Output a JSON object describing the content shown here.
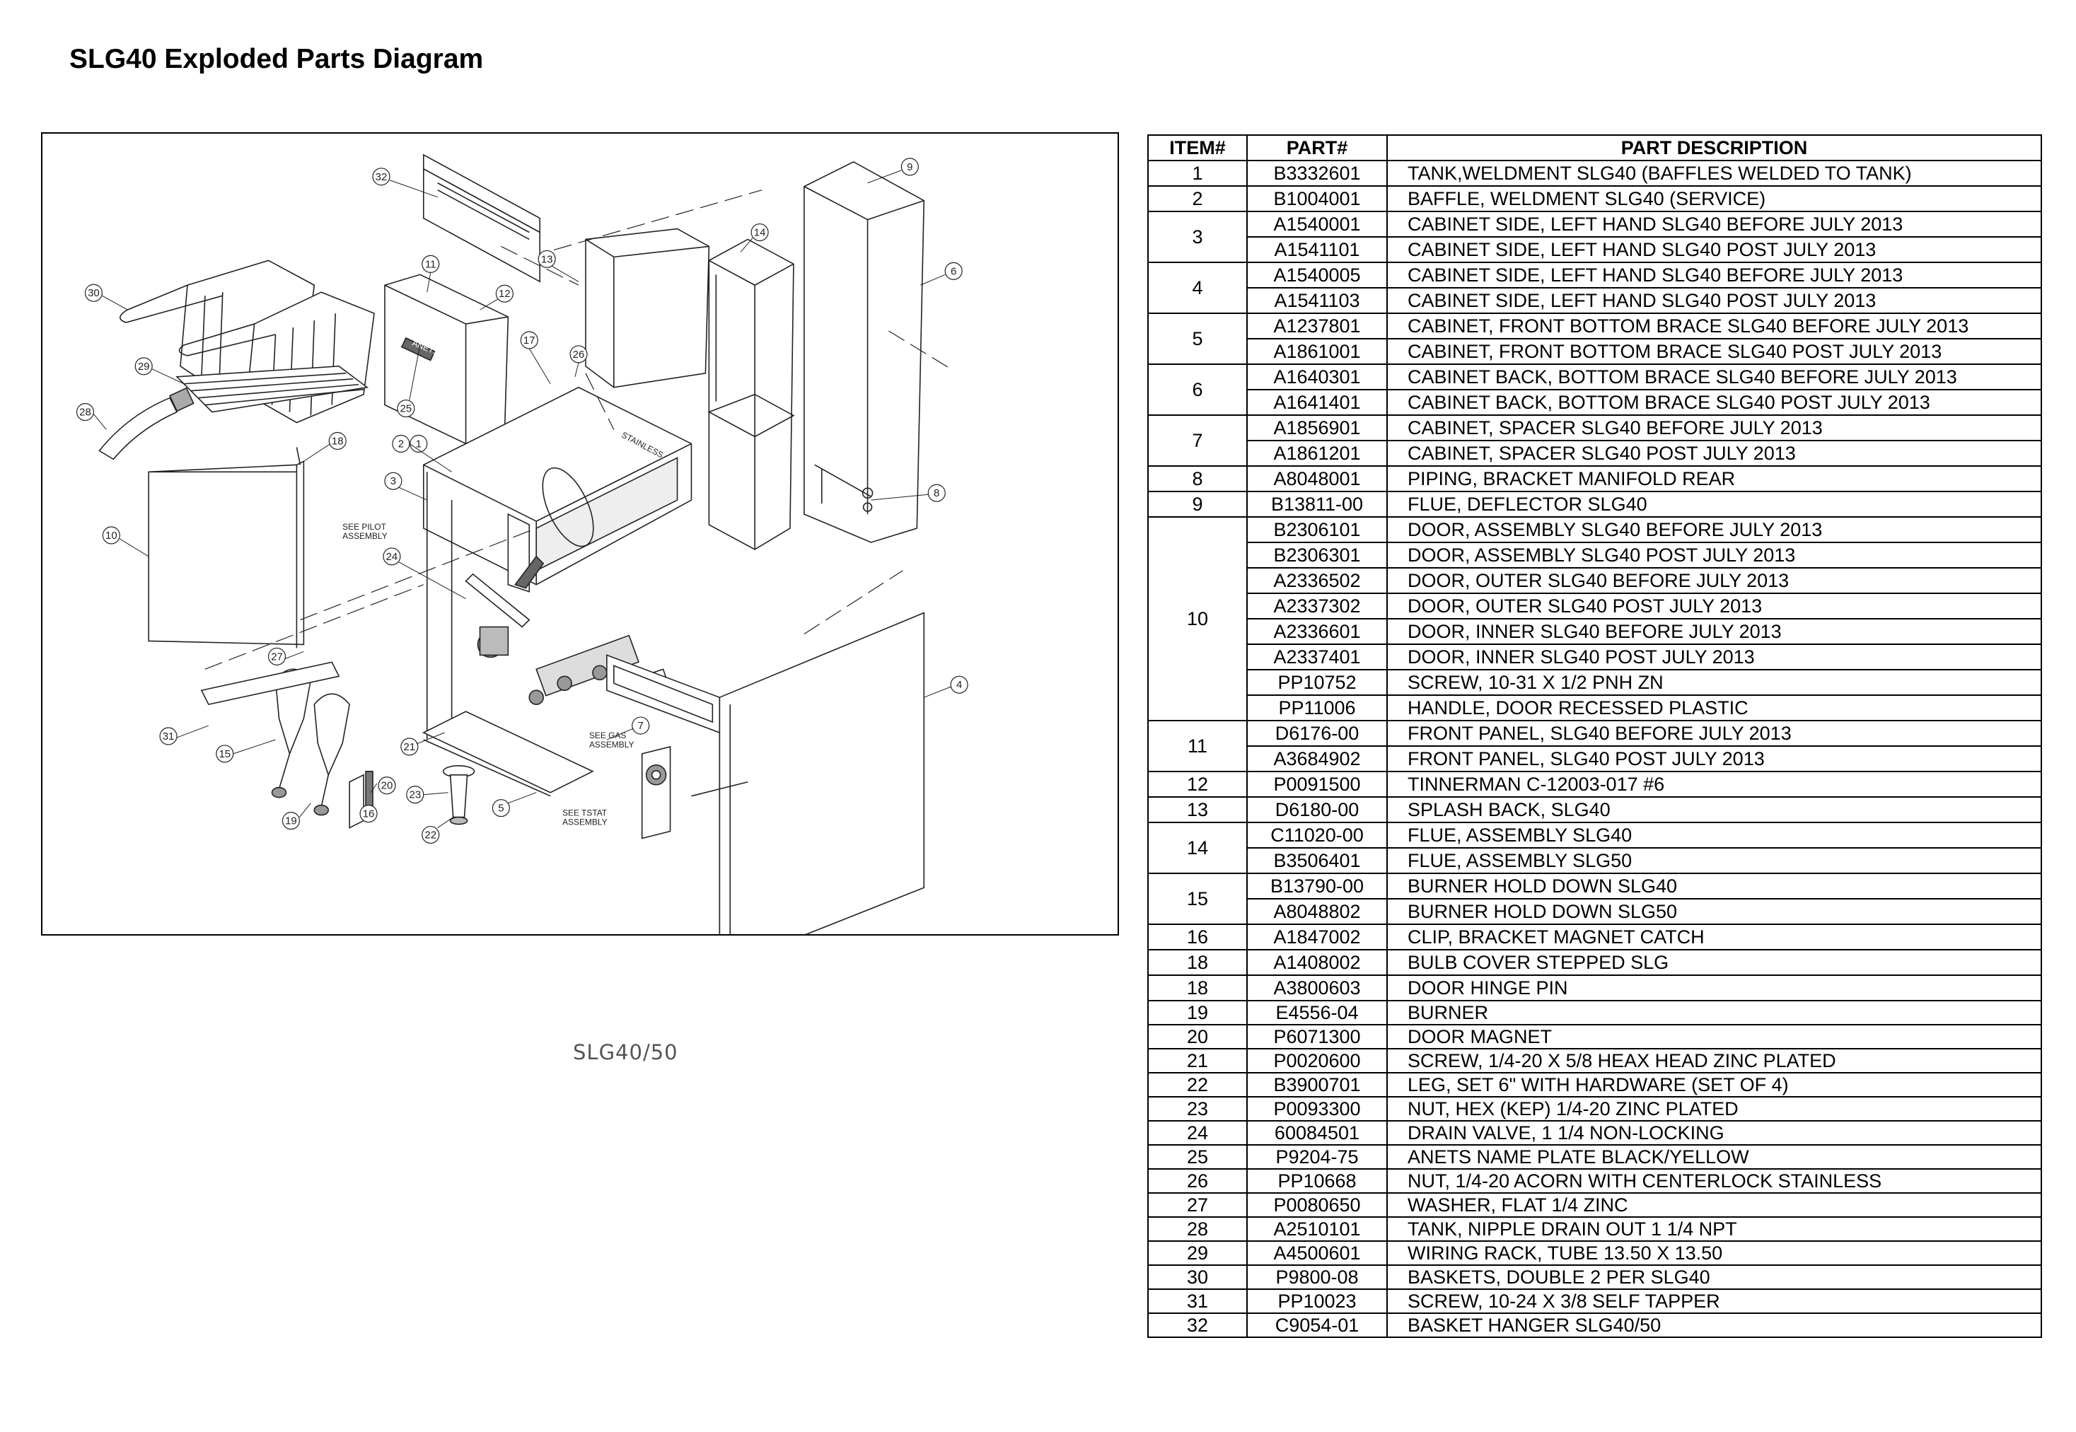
{
  "document": {
    "title": "SLG40 Exploded Parts Diagram"
  },
  "diagram": {
    "model_label": "SLG40/50",
    "callouts": [
      "32",
      "11",
      "12",
      "13",
      "14",
      "9",
      "6",
      "30",
      "29",
      "28",
      "17",
      "26",
      "25",
      "2",
      "1",
      "18",
      "3",
      "10",
      "24",
      "8",
      "27",
      "31",
      "15",
      "19",
      "16",
      "20",
      "21",
      "23",
      "22",
      "5",
      "7",
      "4"
    ],
    "notes": {
      "pilot": [
        "SEE PILOT",
        "ASSEMBLY"
      ],
      "gas": [
        "SEE GAS",
        "ASSEMBLY"
      ],
      "tstat": [
        "SEE TSTAT",
        "ASSEMBLY"
      ]
    },
    "plate_text": "ANETS",
    "tank_text": "STAINLESS"
  },
  "table": {
    "headers": {
      "item": "ITEM#",
      "part": "PART#",
      "desc": "PART DESCRIPTION"
    },
    "groups": [
      {
        "item": "1",
        "parts": [
          [
            "B3332601",
            "TANK,WELDMENT SLG40 (BAFFLES WELDED TO TANK)"
          ]
        ]
      },
      {
        "item": "2",
        "parts": [
          [
            "B1004001",
            "BAFFLE, WELDMENT SLG40 (SERVICE)"
          ]
        ]
      },
      {
        "item": "3",
        "parts": [
          [
            "A1540001",
            "CABINET SIDE, LEFT HAND SLG40 BEFORE JULY 2013"
          ],
          [
            "A1541101",
            "CABINET SIDE, LEFT HAND SLG40 POST JULY 2013"
          ]
        ]
      },
      {
        "item": "4",
        "parts": [
          [
            "A1540005",
            "CABINET SIDE, LEFT HAND SLG40 BEFORE JULY 2013"
          ],
          [
            "A1541103",
            "CABINET SIDE, LEFT HAND SLG40 POST JULY 2013"
          ]
        ]
      },
      {
        "item": "5",
        "parts": [
          [
            "A1237801",
            "CABINET, FRONT BOTTOM BRACE SLG40 BEFORE JULY 2013"
          ],
          [
            "A1861001",
            "CABINET, FRONT BOTTOM BRACE SLG40 POST JULY 2013"
          ]
        ]
      },
      {
        "item": "6",
        "parts": [
          [
            "A1640301",
            "CABINET BACK, BOTTOM BRACE SLG40 BEFORE JULY 2013"
          ],
          [
            "A1641401",
            "CABINET BACK, BOTTOM BRACE SLG40 POST JULY 2013"
          ]
        ]
      },
      {
        "item": "7",
        "parts": [
          [
            "A1856901",
            "CABINET, SPACER SLG40 BEFORE JULY 2013"
          ],
          [
            "A1861201",
            "CABINET, SPACER SLG40 POST JULY 2013"
          ]
        ]
      },
      {
        "item": "8",
        "parts": [
          [
            "A8048001",
            "PIPING, BRACKET MANIFOLD REAR"
          ]
        ]
      },
      {
        "item": "9",
        "parts": [
          [
            "B13811-00",
            "FLUE, DEFLECTOR SLG40"
          ]
        ]
      },
      {
        "item": "10",
        "parts": [
          [
            "B2306101",
            "DOOR, ASSEMBLY SLG40 BEFORE JULY 2013"
          ],
          [
            "B2306301",
            "DOOR, ASSEMBLY SLG40 POST JULY 2013"
          ],
          [
            "A2336502",
            "DOOR, OUTER SLG40 BEFORE JULY 2013"
          ],
          [
            "A2337302",
            "DOOR, OUTER SLG40 POST JULY 2013"
          ],
          [
            "A2336601",
            "DOOR, INNER SLG40 BEFORE JULY 2013"
          ],
          [
            "A2337401",
            "DOOR, INNER SLG40 POST JULY 2013"
          ],
          [
            "PP10752",
            "SCREW, 10-31 X 1/2 PNH ZN"
          ],
          [
            "PP11006",
            "HANDLE, DOOR RECESSED PLASTIC"
          ]
        ]
      },
      {
        "item": "11",
        "parts": [
          [
            "D6176-00",
            "FRONT PANEL, SLG40 BEFORE JULY 2013"
          ],
          [
            "A3684902",
            "FRONT PANEL, SLG40 POST JULY 2013"
          ]
        ]
      },
      {
        "item": "12",
        "parts": [
          [
            "P0091500",
            "TINNERMAN C-12003-017 #6"
          ]
        ]
      },
      {
        "item": "13",
        "parts": [
          [
            "D6180-00",
            "SPLASH BACK, SLG40"
          ]
        ]
      },
      {
        "item": "14",
        "parts": [
          [
            "C11020-00",
            "FLUE, ASSEMBLY SLG40"
          ],
          [
            "B3506401",
            "FLUE, ASSEMBLY SLG50"
          ]
        ]
      },
      {
        "item": "15",
        "parts": [
          [
            "B13790-00",
            "BURNER HOLD DOWN SLG40"
          ],
          [
            "A8048802",
            "BURNER HOLD DOWN SLG50"
          ]
        ]
      },
      {
        "item": "16",
        "parts": [
          [
            "A1847002",
            "CLIP, BRACKET MAGNET CATCH"
          ]
        ]
      },
      {
        "item": "18",
        "parts": [
          [
            "A1408002",
            "BULB COVER STEPPED SLG"
          ]
        ]
      },
      {
        "item": "18",
        "parts": [
          [
            "A3800603",
            "DOOR HINGE PIN"
          ]
        ]
      },
      {
        "item": "19",
        "parts": [
          [
            "E4556-04",
            "BURNER"
          ]
        ]
      },
      {
        "item": "20",
        "parts": [
          [
            "P6071300",
            "DOOR MAGNET"
          ]
        ]
      },
      {
        "item": "21",
        "parts": [
          [
            "P0020600",
            "SCREW, 1/4-20 X 5/8 HEAX HEAD ZINC PLATED"
          ]
        ]
      },
      {
        "item": "22",
        "parts": [
          [
            "B3900701",
            "LEG, SET 6\" WITH HARDWARE (SET OF 4)"
          ]
        ]
      },
      {
        "item": "23",
        "parts": [
          [
            "P0093300",
            "NUT, HEX (KEP) 1/4-20 ZINC PLATED"
          ]
        ]
      },
      {
        "item": "24",
        "parts": [
          [
            "60084501",
            "DRAIN VALVE, 1 1/4 NON-LOCKING"
          ]
        ]
      },
      {
        "item": "25",
        "parts": [
          [
            "P9204-75",
            "ANETS NAME PLATE BLACK/YELLOW"
          ]
        ]
      },
      {
        "item": "26",
        "parts": [
          [
            "PP10668",
            "NUT, 1/4-20 ACORN WITH CENTERLOCK STAINLESS"
          ]
        ]
      },
      {
        "item": "27",
        "parts": [
          [
            "P0080650",
            "WASHER, FLAT 1/4 ZINC"
          ]
        ]
      },
      {
        "item": "28",
        "parts": [
          [
            "A2510101",
            "TANK, NIPPLE DRAIN OUT 1 1/4 NPT"
          ]
        ]
      },
      {
        "item": "29",
        "parts": [
          [
            "A4500601",
            "WIRING RACK, TUBE 13.50 X 13.50"
          ]
        ]
      },
      {
        "item": "30",
        "parts": [
          [
            "P9800-08",
            "BASKETS, DOUBLE 2 PER SLG40"
          ]
        ]
      },
      {
        "item": "31",
        "parts": [
          [
            "PP10023",
            "SCREW, 10-24 X 3/8 SELF TAPPER"
          ]
        ]
      },
      {
        "item": "32",
        "parts": [
          [
            "C9054-01",
            "BASKET HANGER SLG40/50"
          ]
        ]
      }
    ]
  }
}
